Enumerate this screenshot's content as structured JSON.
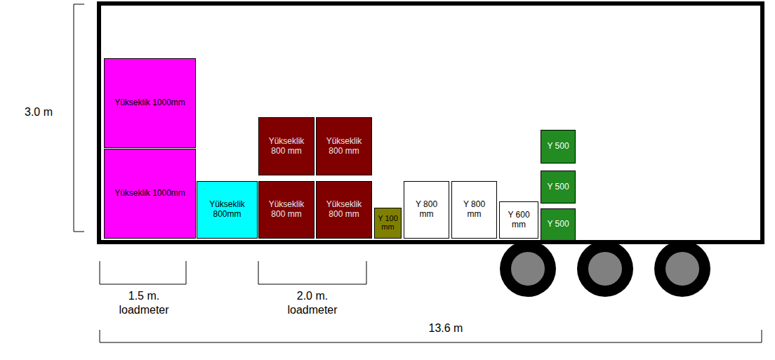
{
  "diagram": {
    "nodes": [
      {
        "text": [
          "Yükseklik 1000mm"
        ]
      },
      {
        "text": [
          "Yükseklik 1000mm"
        ]
      },
      {
        "text": [
          "Yükseklik 800mm"
        ]
      },
      {
        "text": [
          "Yükseklik 800 mm"
        ]
      },
      {
        "text": [
          "Yükseklik 800 mm"
        ]
      },
      {
        "text": [
          "Yükseklik 800 mm"
        ]
      },
      {
        "text": [
          "Yükseklik 800 mm"
        ]
      },
      {
        "text": [
          "Y 100 mm"
        ]
      },
      {
        "text": [
          "Y 800 mm"
        ]
      },
      {
        "text": [
          "Y 800 mm"
        ]
      },
      {
        "text": [
          "Y 600 mm"
        ]
      },
      {
        "text": [
          "Y 500"
        ]
      },
      {
        "text": [
          "Y 500"
        ]
      },
      {
        "text": [
          "Y 500"
        ]
      }
    ],
    "labels": [
      "3.0 m",
      "1.5 m. loadmeter",
      "2.0 m. loadmeter",
      "13.6 m"
    ]
  }
}
